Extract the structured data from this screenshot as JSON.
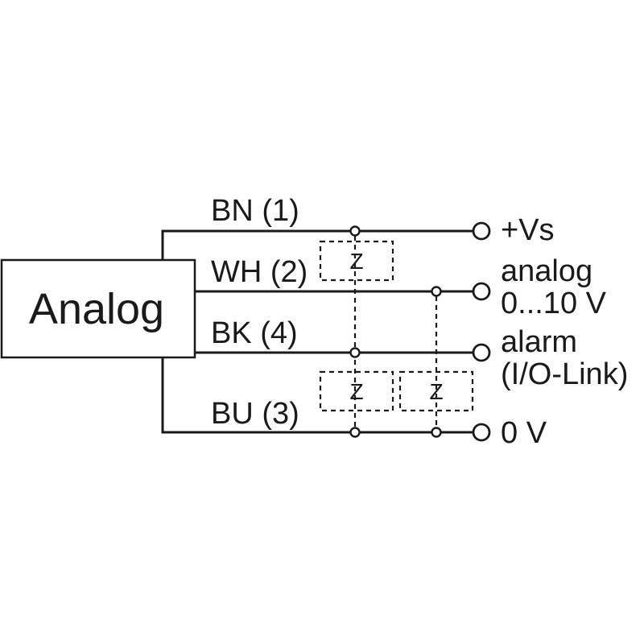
{
  "device": {
    "label": "Analog"
  },
  "wires": {
    "bn": "BN (1)",
    "wh": "WH (2)",
    "bk": "BK (4)",
    "bu": "BU (3)"
  },
  "terminals": {
    "vs": "+Vs",
    "analog_line1": "analog",
    "analog_line2": "0...10 V",
    "alarm_line1": "alarm",
    "alarm_line2": "(I/O-Link)",
    "zero": "0 V"
  },
  "loads": {
    "z1": "Z",
    "z2": "Z",
    "z3": "Z"
  }
}
